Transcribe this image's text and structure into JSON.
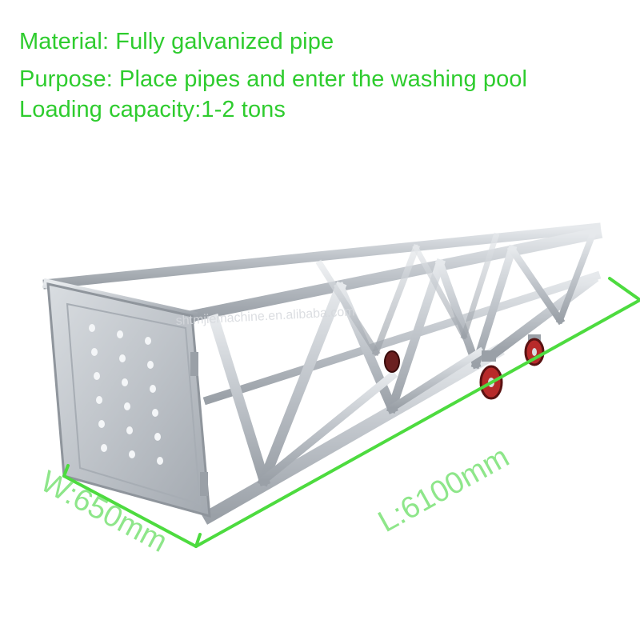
{
  "specs": {
    "material": "Material: Fully galvanized pipe",
    "purpose": "Purpose: Place pipes and enter the washing pool",
    "capacity": "Loading capacity:1-2 tons"
  },
  "dimensions": {
    "width_label": "W:650mm",
    "length_label": "L:6100mm"
  },
  "watermark": "shtmjiemachine.en.alibaba.com",
  "colors": {
    "text_green": "#2ecc2e",
    "dimension_line": "#4ddb3f",
    "dimension_text": "#8ee68a",
    "metal": "#c4c9cf",
    "wheel": "#b82a2a"
  }
}
